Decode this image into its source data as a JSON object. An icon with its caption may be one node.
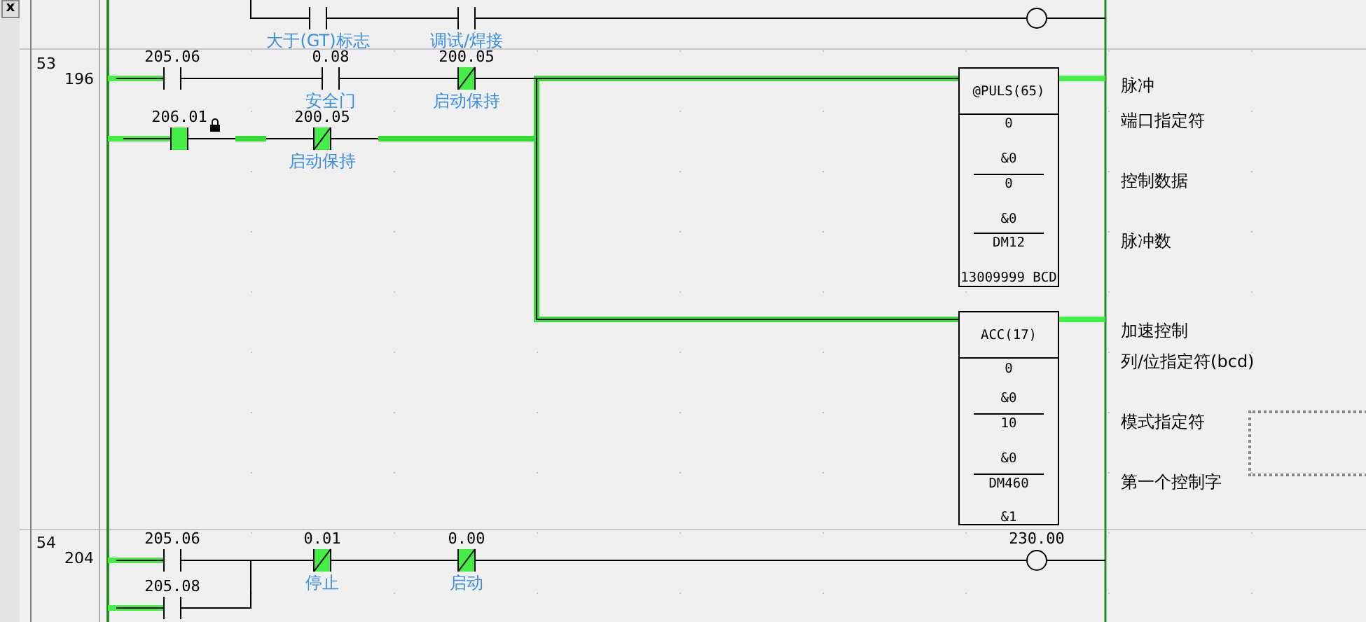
{
  "diagram": {
    "nodes": [
      {
        "text": [
          "大于(GT)标志"
        ]
      },
      {
        "text": [
          "调试/焊接"
        ]
      },
      {
        "text": [],
        "shape": "circle"
      },
      {
        "text": [
          "205.06"
        ]
      },
      {
        "text": [
          "0.08",
          "安全门"
        ]
      },
      {
        "text": [
          "200.05",
          "启动保持"
        ]
      },
      {
        "text": [
          "206.01"
        ]
      },
      {
        "text": [
          "200.05",
          "启动保持"
        ]
      },
      {
        "text": [
          "@PULS(65)",
          "0",
          "&0",
          "0",
          "&0",
          "DM12",
          "13009999 BCD"
        ],
        "beside": [
          "脉冲",
          "端口指定符",
          "控制数据",
          "脉冲数"
        ]
      },
      {
        "text": [
          "ACC(17)",
          "0",
          "&0",
          "10",
          "&0",
          "DM460",
          "&1"
        ],
        "beside": [
          "加速控制",
          "列/位指定符(bcd)",
          "模式指定符",
          "第一个控制字"
        ]
      },
      {
        "text": [
          "205.06"
        ]
      },
      {
        "text": [
          "205.08"
        ]
      },
      {
        "text": [
          "0.01",
          "停止"
        ]
      },
      {
        "text": [
          "0.00",
          "启动"
        ]
      },
      {
        "text": [
          "230.00"
        ]
      },
      {
        "text": [],
        "shape": "box"
      }
    ],
    "edges": [
      {
        "from": 0,
        "to": 1,
        "arrow": "none"
      },
      {
        "from": 1,
        "to": 2,
        "arrow": "none"
      },
      {
        "from": 3,
        "to": 4,
        "arrow": "none"
      },
      {
        "from": 4,
        "to": 5,
        "arrow": "none"
      },
      {
        "from": 5,
        "to": 8,
        "arrow": "none"
      },
      {
        "from": 5,
        "to": 9,
        "arrow": "none"
      },
      {
        "from": 6,
        "to": 7,
        "arrow": "none",
        "style": "thick",
        "color": "#33dd33"
      },
      {
        "from": 7,
        "to": 8,
        "arrow": "none",
        "style": "thick",
        "color": "#33dd33"
      },
      {
        "from": 7,
        "to": 9,
        "arrow": "none",
        "style": "thick",
        "color": "#33dd33"
      },
      {
        "from": 10,
        "to": 12,
        "arrow": "none"
      },
      {
        "from": 11,
        "to": 12,
        "arrow": "none"
      },
      {
        "from": 12,
        "to": 13,
        "arrow": "none"
      },
      {
        "from": 13,
        "to": 14,
        "arrow": "none"
      }
    ],
    "labels": [
      "x",
      "53",
      "196",
      "54",
      "204"
    ]
  }
}
